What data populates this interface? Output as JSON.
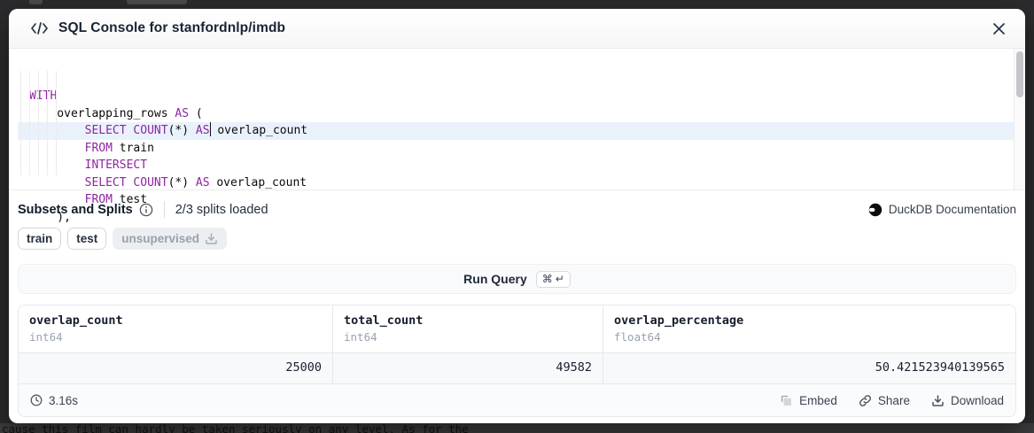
{
  "colors": {
    "keyword": "#8f24a3",
    "active_line": "#e9f2fb",
    "accent_dark": "#1a2333",
    "muted_gray": "#9aa1ac"
  },
  "background": {
    "page_snippet": "cause this film can hardly be taken seriously on any level. As for the"
  },
  "modal": {
    "title": "SQL Console for stanfordnlp/imdb",
    "title_icon": "code-icon",
    "close_icon": "close-icon"
  },
  "editor": {
    "keywords": [
      "WITH",
      "AS",
      "SELECT",
      "COUNT",
      "FROM",
      "INTERSECT"
    ],
    "lines": [
      "WITH",
      "    overlapping_rows AS (",
      "        SELECT COUNT(*) AS overlap_count",
      "        FROM train",
      "        INTERSECT",
      "        SELECT COUNT(*) AS overlap_count",
      "        FROM test",
      "    ),"
    ],
    "active_line": 2,
    "cursor": {
      "line": 2,
      "ch": 26
    }
  },
  "splits": {
    "title": "Subsets and Splits",
    "status": "2/3 splits loaded",
    "chips": [
      {
        "label": "train",
        "loaded": true
      },
      {
        "label": "test",
        "loaded": true
      },
      {
        "label": "unsupervised",
        "loaded": false,
        "icon": "download-icon"
      }
    ]
  },
  "docs": {
    "label": "DuckDB Documentation",
    "icon": "duckdb-logo-icon"
  },
  "run_query": {
    "label": "Run Query",
    "shortcut_keys": [
      "⌘",
      "↵"
    ]
  },
  "results": {
    "columns": [
      {
        "name": "overlap_count",
        "type": "int64"
      },
      {
        "name": "total_count",
        "type": "int64"
      },
      {
        "name": "overlap_percentage",
        "type": "float64"
      }
    ],
    "rows": [
      [
        "25000",
        "49582",
        "50.421523940139565"
      ]
    ],
    "duration": "3.16s",
    "duration_icon": "clock-icon",
    "actions": [
      {
        "label": "Embed",
        "icon": "embed-icon"
      },
      {
        "label": "Share",
        "icon": "link-icon"
      },
      {
        "label": "Download",
        "icon": "download-icon"
      }
    ]
  }
}
